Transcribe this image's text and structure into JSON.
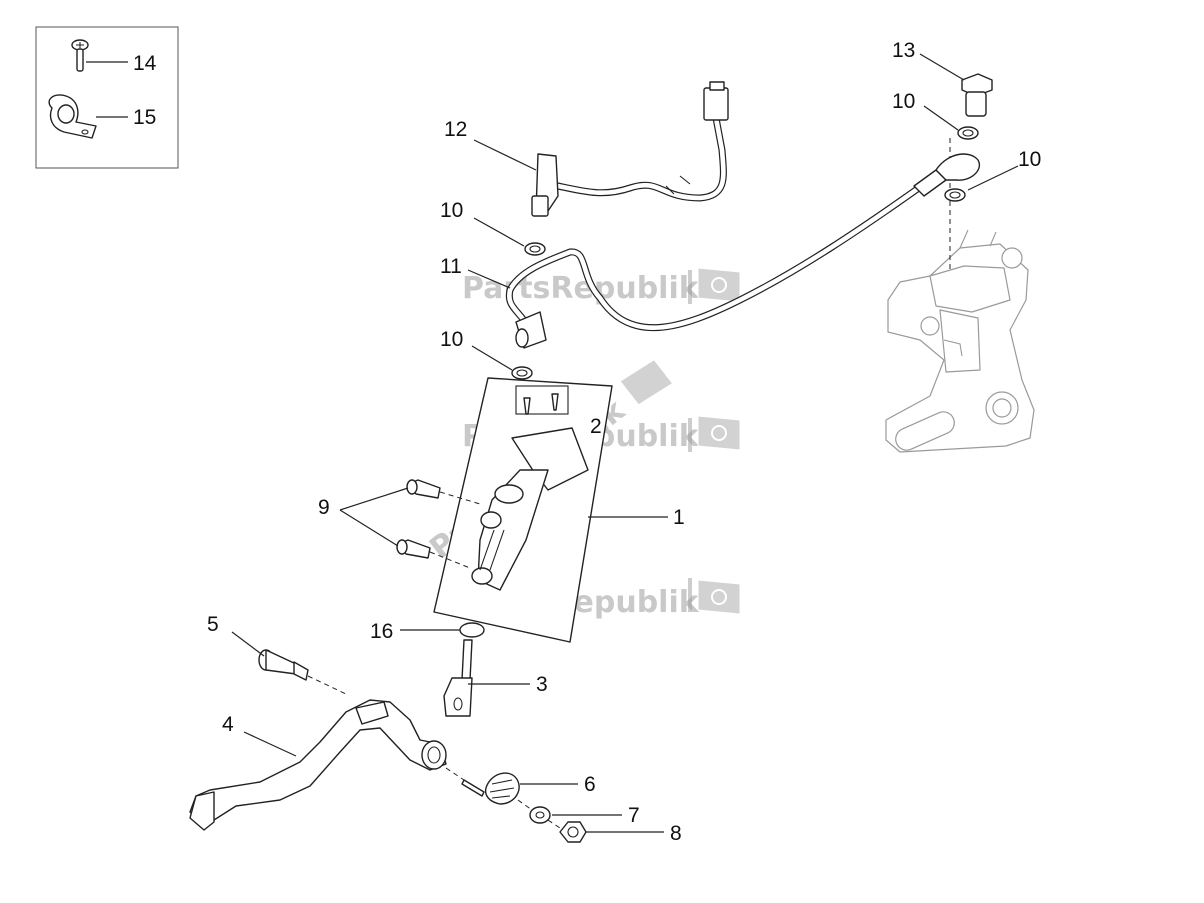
{
  "callouts": {
    "c1": "1",
    "c2": "2",
    "c3": "3",
    "c4": "4",
    "c5": "5",
    "c6": "6",
    "c7": "7",
    "c8": "8",
    "c9": "9",
    "c10a": "10",
    "c10b": "10",
    "c10c": "10",
    "c10d": "10",
    "c11": "11",
    "c12": "12",
    "c13": "13",
    "c14": "14",
    "c15": "15",
    "c16": "16"
  },
  "watermark": {
    "text": "PartsRepublik"
  },
  "colors": {
    "line": "#222222",
    "caliper_ghost": "#9a9a9a",
    "watermark": "#9c9c9c",
    "background": "#ffffff"
  }
}
